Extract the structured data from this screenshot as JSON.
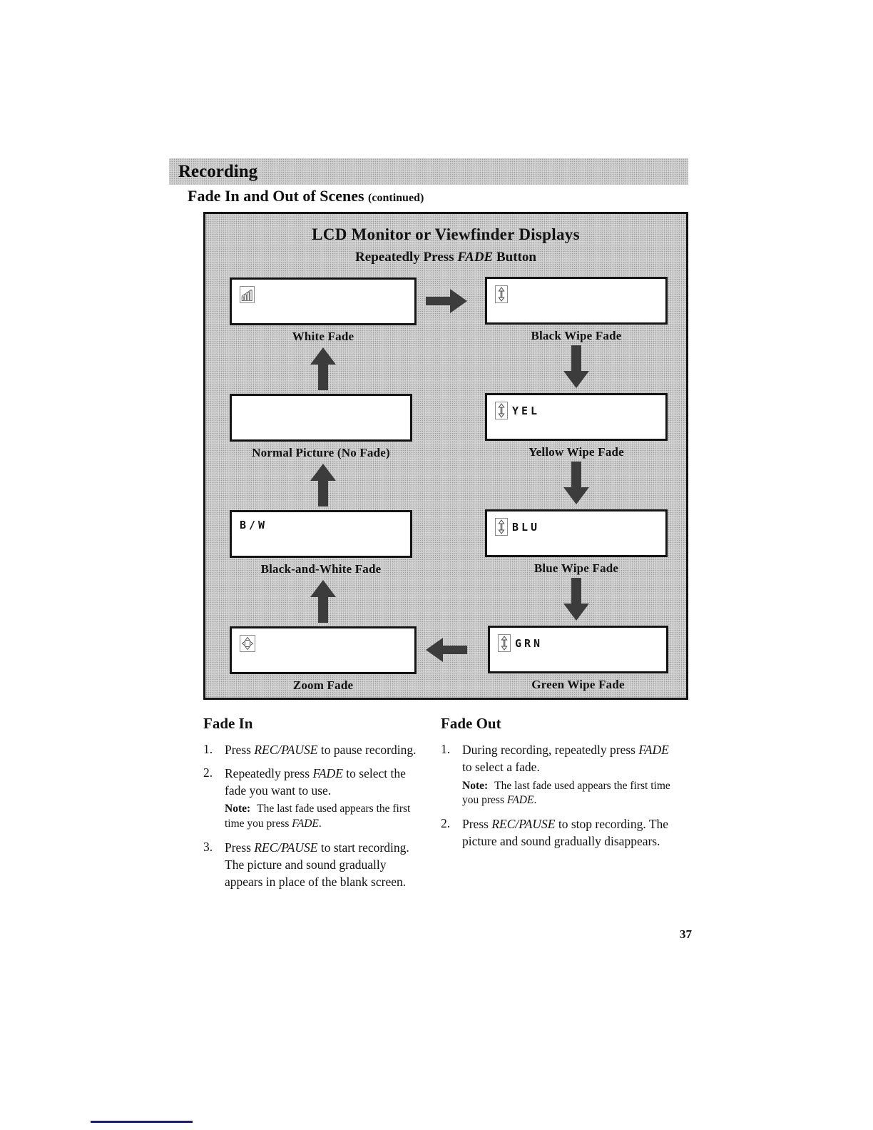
{
  "page": {
    "section_header": "Recording",
    "subsection_title": "Fade In and Out of Scenes",
    "subsection_suffix": "(continued)",
    "page_number": "37"
  },
  "diagram": {
    "title": "LCD Monitor or Viewfinder Displays",
    "subtitle_segments": [
      {
        "t": "Repeatedly Press ",
        "i": false
      },
      {
        "t": "FADE",
        "i": true
      },
      {
        "t": " Button",
        "i": false
      }
    ],
    "cells": [
      {
        "label": "White Fade",
        "osd": "",
        "icon": "fade-bars-icon"
      },
      {
        "label": "Black Wipe Fade",
        "osd": "",
        "icon": "wipe-arrow-icon"
      },
      {
        "label": "Normal Picture (No Fade)",
        "osd": "",
        "icon": ""
      },
      {
        "label": "Yellow Wipe Fade",
        "osd": "YEL",
        "icon": "wipe-arrow-icon"
      },
      {
        "label": "Black-and-White Fade",
        "osd": "B/W",
        "icon": ""
      },
      {
        "label": "Blue Wipe Fade",
        "osd": "BLU",
        "icon": "wipe-arrow-icon"
      },
      {
        "label": "Zoom Fade",
        "osd": "",
        "icon": "zoom-arrows-icon"
      },
      {
        "label": "Green Wipe Fade",
        "osd": "GRN",
        "icon": "wipe-arrow-icon"
      }
    ]
  },
  "instructions": {
    "fade_in": {
      "heading": "Fade In",
      "items": [
        {
          "num": "1.",
          "segments": [
            {
              "t": "Press ",
              "i": false
            },
            {
              "t": "REC/PAUSE",
              "i": true
            },
            {
              "t": " to pause recording.",
              "i": false
            }
          ]
        },
        {
          "num": "2.",
          "segments": [
            {
              "t": "Repeatedly press ",
              "i": false
            },
            {
              "t": "FADE",
              "i": true
            },
            {
              "t": " to select the fade you want to use.",
              "i": false
            }
          ],
          "note": {
            "label": "Note:",
            "segments": [
              {
                "t": "The last fade used appears the first time you press ",
                "i": false
              },
              {
                "t": "FADE",
                "i": true
              },
              {
                "t": ".",
                "i": false
              }
            ]
          }
        },
        {
          "num": "3.",
          "segments": [
            {
              "t": "Press ",
              "i": false
            },
            {
              "t": "REC/PAUSE",
              "i": true
            },
            {
              "t": " to start recording.  The picture and sound gradually appears in place of the blank screen.",
              "i": false
            }
          ]
        }
      ]
    },
    "fade_out": {
      "heading": "Fade Out",
      "items": [
        {
          "num": "1.",
          "segments": [
            {
              "t": "During recording, repeatedly press ",
              "i": false
            },
            {
              "t": "FADE",
              "i": true
            },
            {
              "t": " to select a fade.",
              "i": false
            }
          ],
          "note": {
            "label": "Note:",
            "segments": [
              {
                "t": "The last fade used appears the first time you press ",
                "i": false
              },
              {
                "t": "FADE",
                "i": true
              },
              {
                "t": ".",
                "i": false
              }
            ]
          }
        },
        {
          "num": "2.",
          "segments": [
            {
              "t": "Press ",
              "i": false
            },
            {
              "t": "REC/PAUSE",
              "i": true
            },
            {
              "t": " to stop recording.  The picture and sound gradually disappears.",
              "i": false
            }
          ]
        }
      ]
    }
  },
  "colors": {
    "arrow": "#3c3c3c",
    "footer_rule": "#1a1a8e"
  }
}
